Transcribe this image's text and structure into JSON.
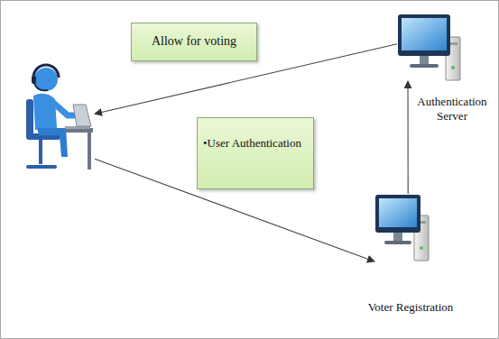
{
  "diagram": {
    "nodes": [
      {
        "text": [
          "Allow for voting"
        ]
      },
      {
        "text": [
          "Authentication Server"
        ]
      },
      {
        "text": []
      },
      {
        "text": [
          "•User Authentication"
        ]
      },
      {
        "text": [
          "Voter Registration"
        ]
      }
    ],
    "edges": [
      {
        "from": 1,
        "to": 2,
        "arrow": "to"
      },
      {
        "from": 2,
        "to": 4,
        "arrow": "to"
      },
      {
        "from": 4,
        "to": 1,
        "arrow": "to"
      }
    ]
  }
}
